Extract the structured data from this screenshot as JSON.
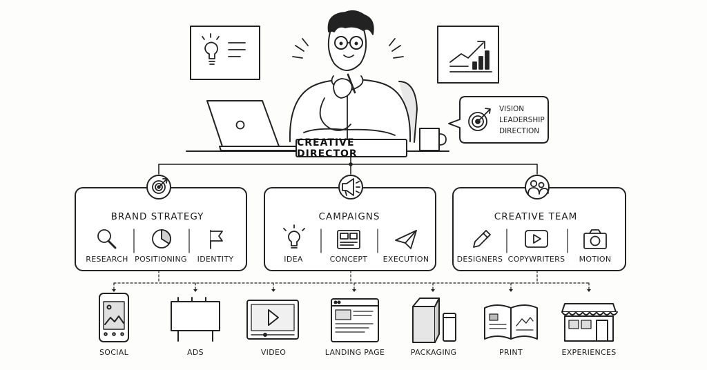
{
  "center": {
    "title": "CREATIVE DIRECTOR"
  },
  "bubble": {
    "lines": [
      "VISION",
      "LEADERSHIP",
      "DIRECTION"
    ]
  },
  "groups": [
    {
      "title": "BRAND STRATEGY",
      "icon": "target-icon",
      "items": [
        {
          "label": "RESEARCH",
          "icon": "magnifier-icon"
        },
        {
          "label": "POSITIONING",
          "icon": "pie-chart-icon"
        },
        {
          "label": "IDENTITY",
          "icon": "flag-icon"
        }
      ]
    },
    {
      "title": "CAMPAIGNS",
      "icon": "megaphone-icon",
      "items": [
        {
          "label": "IDEA",
          "icon": "lightbulb-icon"
        },
        {
          "label": "CONCEPT",
          "icon": "layout-board-icon"
        },
        {
          "label": "EXECUTION",
          "icon": "paper-plane-icon"
        }
      ]
    },
    {
      "title": "CREATIVE TEAM",
      "icon": "people-icon",
      "items": [
        {
          "label": "DESIGNERS",
          "icon": "pencil-icon"
        },
        {
          "label": "COPYWRITERS",
          "icon": "play-button-icon"
        },
        {
          "label": "MOTION",
          "icon": "camera-icon"
        }
      ]
    }
  ],
  "outputs": [
    {
      "label": "SOCIAL",
      "icon": "smartphone-icon"
    },
    {
      "label": "ADS",
      "icon": "billboard-icon"
    },
    {
      "label": "VIDEO",
      "icon": "video-player-icon"
    },
    {
      "label": "LANDING PAGE",
      "icon": "webpage-icon"
    },
    {
      "label": "PACKAGING",
      "icon": "package-box-icon"
    },
    {
      "label": "PRINT",
      "icon": "open-magazine-icon"
    },
    {
      "label": "EXPERIENCES",
      "icon": "storefront-icon"
    }
  ],
  "illustrations": {
    "person": "creative-director-person-icon",
    "laptop": "laptop-icon",
    "mug": "coffee-mug-icon",
    "idea_board": "lightbulb-board-icon",
    "growth_board": "growth-chart-board-icon"
  }
}
